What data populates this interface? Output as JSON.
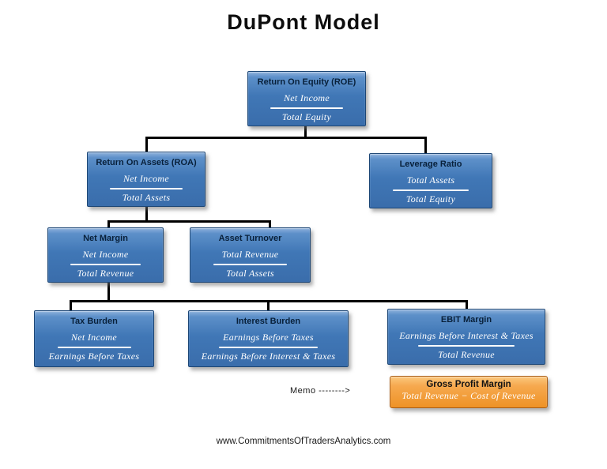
{
  "title": "DuPont Model",
  "memo_label": "Memo -------->",
  "footer": "www.CommitmentsOfTradersAnalytics.com",
  "colors": {
    "box_blue_fill": "#4077b6",
    "box_blue_border": "#1c4675",
    "box_header_text": "#08203a",
    "fraction_text": "#ffffff",
    "box_orange_fill": "#f6a94f",
    "box_orange_border": "#a95d15",
    "connector": "#000000",
    "background": "#ffffff"
  },
  "boxes": [
    {
      "id": "roe",
      "title": "Return On Equity (ROE)",
      "numerator": "Net Income",
      "denominator": "Total Equity"
    },
    {
      "id": "roa",
      "title": "Return On Assets (ROA)",
      "numerator": "Net Income",
      "denominator": "Total Assets"
    },
    {
      "id": "leverage-ratio",
      "title": "Leverage Ratio",
      "numerator": "Total Assets",
      "denominator": "Total Equity"
    },
    {
      "id": "net-margin",
      "title": "Net Margin",
      "numerator": "Net Income",
      "denominator": "Total Revenue"
    },
    {
      "id": "asset-turnover",
      "title": "Asset Turnover",
      "numerator": "Total Revenue",
      "denominator": "Total Assets"
    },
    {
      "id": "tax-burden",
      "title": "Tax Burden",
      "numerator": "Net Income",
      "denominator": "Earnings Before Taxes"
    },
    {
      "id": "interest-burden",
      "title": "Interest Burden",
      "numerator": "Earnings Before Taxes",
      "denominator": "Earnings Before Interest & Taxes"
    },
    {
      "id": "ebit-margin",
      "title": "EBIT Margin",
      "numerator": "Earnings Before Interest & Taxes",
      "denominator": "Total Revenue"
    }
  ],
  "gross_profit_box": {
    "title": "Gross Profit Margin",
    "formula": "Total Revenue − Cost of Revenue"
  }
}
